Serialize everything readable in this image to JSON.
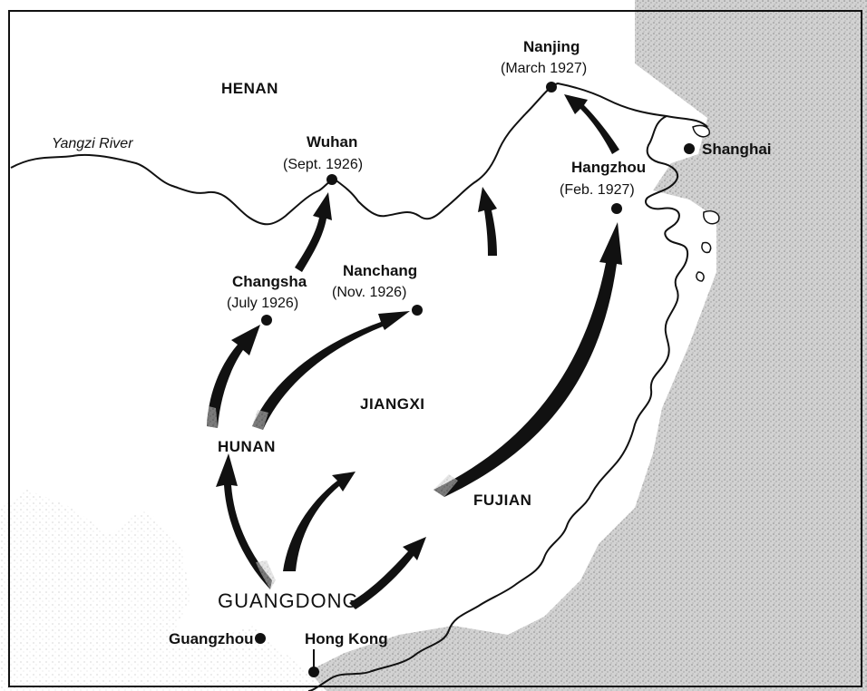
{
  "regions": {
    "henan": "HENAN",
    "hunan": "HUNAN",
    "jiangxi": "JIANGXI",
    "fujian": "FUJIAN",
    "guangdong": "GUANGDONG"
  },
  "river": "Yangzi River",
  "cities": {
    "nanjing": {
      "name": "Nanjing",
      "date": "(March 1927)"
    },
    "wuhan": {
      "name": "Wuhan",
      "date": "(Sept. 1926)"
    },
    "shanghai": {
      "name": "Shanghai"
    },
    "hangzhou": {
      "name": "Hangzhou",
      "date": "(Feb. 1927)"
    },
    "changsha": {
      "name": "Changsha",
      "date": "(July 1926)"
    },
    "nanchang": {
      "name": "Nanchang",
      "date": "(Nov. 1926)"
    },
    "guangzhou": {
      "name": "Guangzhou"
    },
    "hongkong": {
      "name": "Hong Kong"
    }
  },
  "colors": {
    "land": "#ffffff",
    "sea": "#c9c9c9",
    "arrow": "#111111",
    "border": "#111111"
  }
}
